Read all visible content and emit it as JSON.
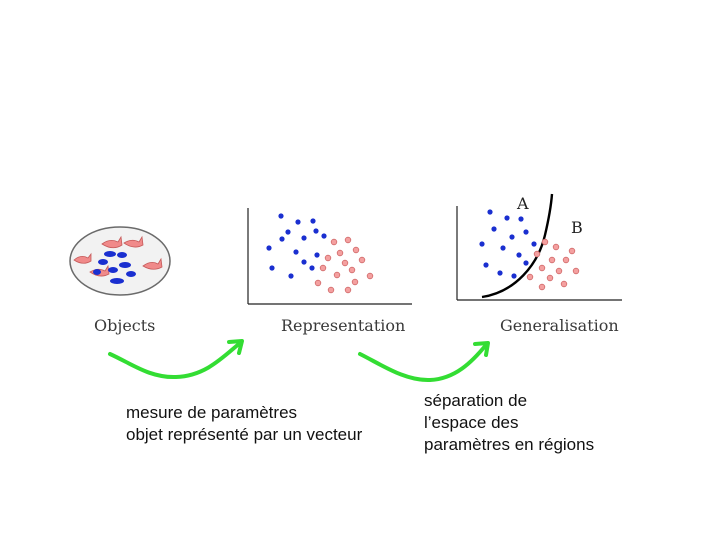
{
  "stages": {
    "objects": "Objects",
    "representation": "Representation",
    "generalisation": "Generalisation"
  },
  "regions": {
    "a": "A",
    "b": "B"
  },
  "captions": {
    "step1": [
      "mesure de paramètres",
      "objet représenté par un vecteur"
    ],
    "step2": [
      "séparation de",
      "l’espace des",
      "paramètres en régions"
    ]
  },
  "colors": {
    "class_a": "#1a2fd0",
    "class_b": "#f08a8a",
    "arrow": "#33dd33",
    "boundary": "#000000"
  }
}
